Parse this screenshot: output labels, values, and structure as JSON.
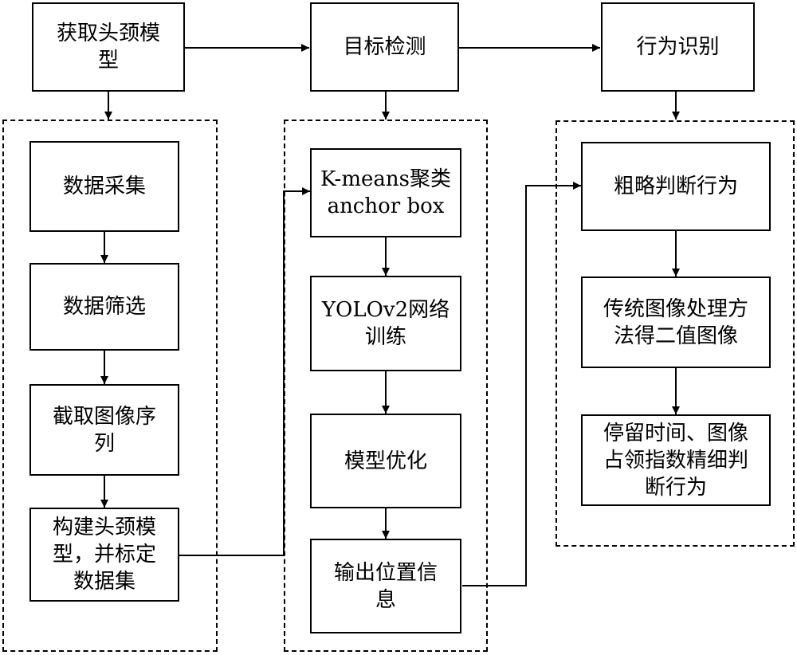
{
  "stages": {
    "model": "获取头颈模\n型",
    "detect": "目标检测",
    "recog": "行为识别"
  },
  "groups": {
    "left": {
      "step1": "数据采集",
      "step2": "数据筛选",
      "step3": "截取图像序\n列",
      "step4": "构建头颈模\n型，并标定\n数据集"
    },
    "middle": {
      "step1": "K-means聚类\nanchor box",
      "step2": "YOLOv2网络\n训练",
      "step3": "模型优化",
      "step4": "输出位置信\n息"
    },
    "right": {
      "step1": "粗略判断行为",
      "step2": "传统图像处理方\n法得二值图像",
      "step3": "停留时间、图像\n占领指数精细判\n断行为"
    }
  }
}
